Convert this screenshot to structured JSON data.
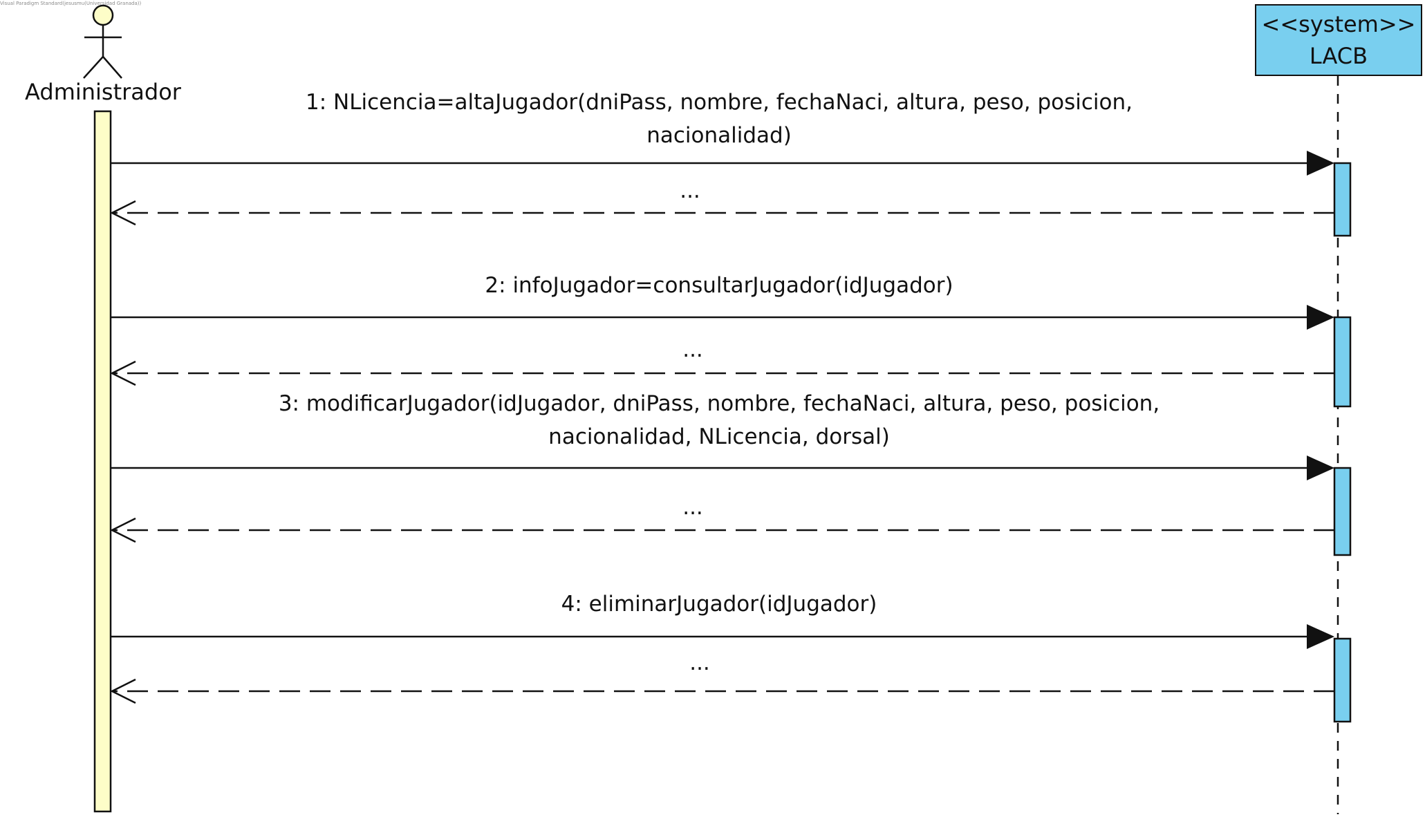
{
  "watermark": "Visual Paradigm Standard(jesusmu(Universidad Granada))",
  "actor": {
    "name": "Administrador",
    "fill": "#fdfdc8"
  },
  "system": {
    "stereotype": "<<system>>",
    "name": "LACB",
    "fill": "#79cfef"
  },
  "messages": [
    {
      "line1": "1: NLicencia=altaJugador(dniPass, nombre, fechaNaci, altura, peso, posicion,",
      "line2": "nacionalidad)",
      "return": "..."
    },
    {
      "line1": "2: infoJugador=consultarJugador(idJugador)",
      "line2": "",
      "return": "..."
    },
    {
      "line1": "3: modificarJugador(idJugador, dniPass, nombre, fechaNaci, altura, peso, posicion,",
      "line2": "nacionalidad, NLicencia, dorsal)",
      "return": "..."
    },
    {
      "line1": "4: eliminarJugador(idJugador)",
      "line2": "",
      "return": "..."
    }
  ]
}
